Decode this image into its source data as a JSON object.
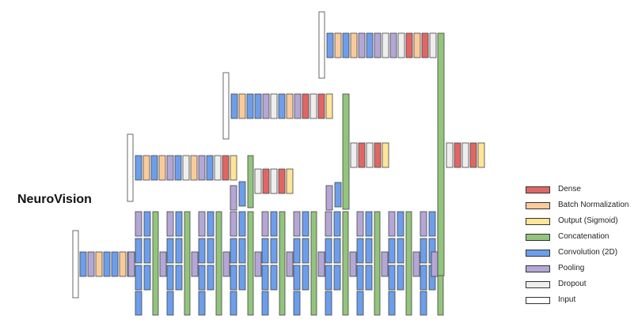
{
  "title": "NeuroVision",
  "layer_types": {
    "dense": {
      "label": "Dense",
      "color": "#e06666"
    },
    "batchnorm": {
      "label": "Batch Normalization",
      "color": "#f9cb9c"
    },
    "output": {
      "label": "Output (Sigmoid)",
      "color": "#ffe599"
    },
    "concat": {
      "label": "Concatenation",
      "color": "#93c47d"
    },
    "conv": {
      "label": "Convolution (2D)",
      "color": "#6d9eeb"
    },
    "pool": {
      "label": "Pooling",
      "color": "#b4a7d6"
    },
    "dropout": {
      "label": "Dropout",
      "color": "#eeeeee"
    },
    "input": {
      "label": "Input",
      "color": "#ffffff"
    }
  },
  "legend": [
    {
      "key": "dense",
      "label": "Dense"
    },
    {
      "key": "batchnorm",
      "label": "Batch Normalization"
    },
    {
      "key": "output",
      "label": "Output (Sigmoid)"
    },
    {
      "key": "concat",
      "label": "Concatenation"
    },
    {
      "key": "conv",
      "label": "Convolution (2D)"
    },
    {
      "key": "pool",
      "label": "Pooling"
    },
    {
      "key": "dropout",
      "label": "Dropout"
    },
    {
      "key": "input",
      "label": "Input"
    }
  ],
  "sequences": {
    "stem": [
      "conv",
      "pool",
      "batchnorm",
      "conv",
      "conv",
      "batchnorm",
      "pool"
    ],
    "branch1": [
      "conv",
      "batchnorm",
      "conv",
      "batchnorm",
      "pool",
      "conv",
      "dropout",
      "batchnorm",
      "pool",
      "conv",
      "dropout",
      "dense",
      "output"
    ],
    "branch1_head": [
      "dropout",
      "dense",
      "dropout",
      "dense",
      "output"
    ],
    "branch2": [
      "conv",
      "batchnorm",
      "conv",
      "conv",
      "pool",
      "dropout",
      "conv",
      "batchnorm",
      "pool",
      "dense",
      "dropout",
      "dense",
      "output"
    ],
    "branch2_head": [
      "dropout",
      "dense",
      "dropout",
      "dense",
      "output"
    ],
    "branch3": [
      "conv",
      "batchnorm",
      "conv",
      "batchnorm",
      "pool",
      "conv",
      "pool",
      "dropout",
      "pool",
      "dropout",
      "dense",
      "batchnorm",
      "dense",
      "dropout"
    ],
    "branch3_head": [
      "dropout",
      "dense",
      "dropout",
      "dense",
      "output"
    ]
  },
  "inception_blocks": 10
}
